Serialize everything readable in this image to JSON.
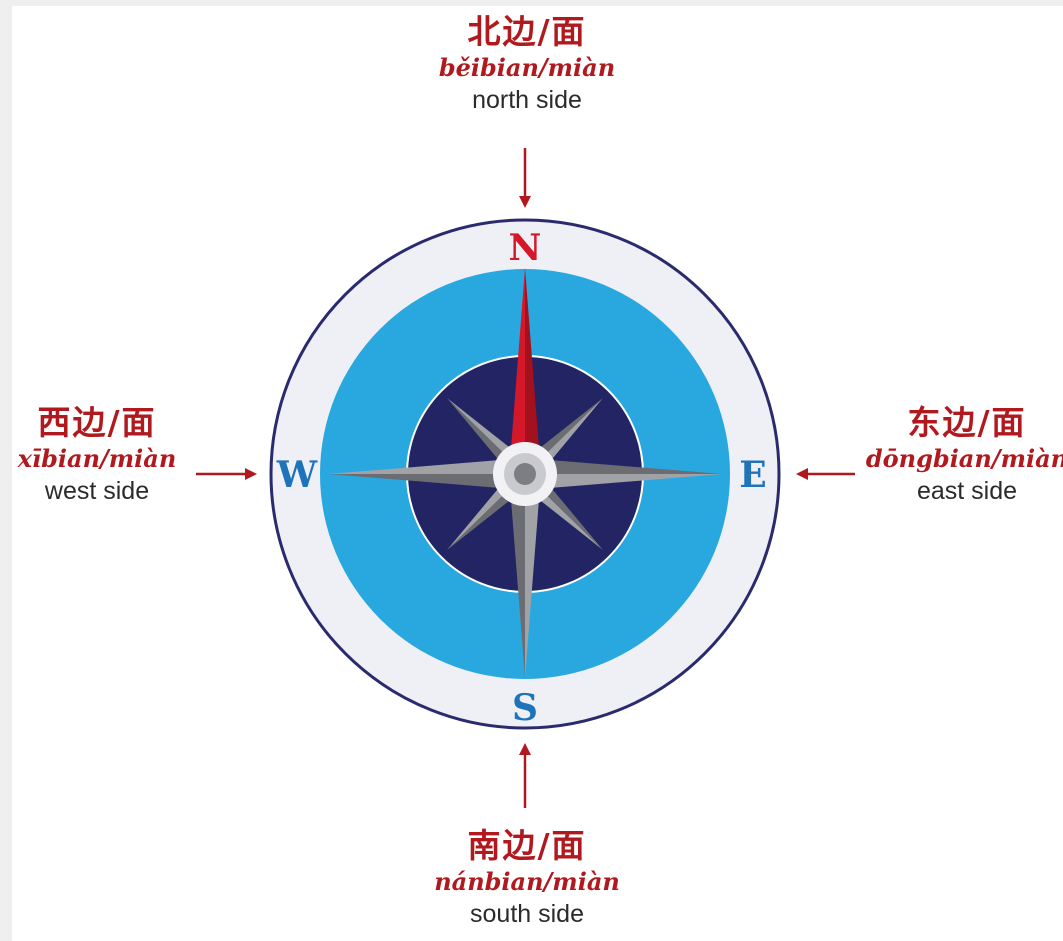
{
  "colors": {
    "label_red": "#b0191e",
    "text_dark": "#2b2b2b",
    "ring_border": "#2a2a6e",
    "ring_fill": "#efeff6",
    "sky_blue": "#29a8e0",
    "navy": "#232463",
    "needle_red": "#d4182a",
    "needle_gray": "#a0a2a6",
    "needle_dark": "#6b6d72",
    "letter_blue": "#1f73b8"
  },
  "north": {
    "hanzi": "北边/面",
    "pinyin": "běibian/miàn",
    "english": "north side"
  },
  "south": {
    "hanzi": "南边/面",
    "pinyin": "nánbian/miàn",
    "english": "south side"
  },
  "west": {
    "hanzi": "西边/面",
    "pinyin": "xībian/miàn",
    "english": "west side"
  },
  "east": {
    "hanzi": "东边/面",
    "pinyin": "dōngbian/miàn",
    "english": "east side"
  },
  "compass_letters": {
    "n": "N",
    "s": "S",
    "w": "W",
    "e": "E"
  },
  "icons": [
    "arrow-down-icon",
    "arrow-up-icon",
    "arrow-right-icon",
    "arrow-left-icon",
    "compass-rose-icon"
  ]
}
